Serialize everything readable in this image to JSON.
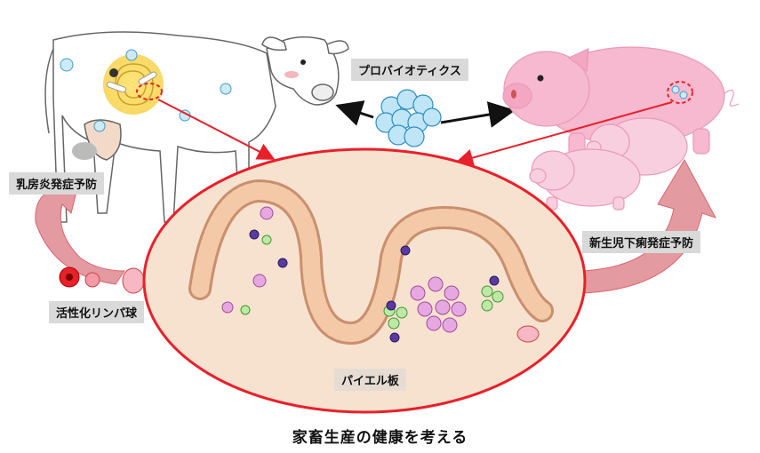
{
  "labels": {
    "probiotics": "プロバイオティクス",
    "mastitis": "乳房炎発症予防",
    "diarrhea": "新生児下痢発症予防",
    "lymphocytes": "活性化リンパ球",
    "peyers_patch": "パイエル板"
  },
  "caption": "家畜生産の健康を考える",
  "colors": {
    "arrow_red": "#e8202a",
    "cycle_arrow": "#d9666e",
    "pig_pink": "#f6b9cf",
    "gut_fill": "#f7e2cf",
    "probiotic_blue": "#6fc0e8"
  },
  "icons": [
    "cow",
    "pig",
    "piglet",
    "probiotic-cluster",
    "intestinal-villus",
    "lymphocyte",
    "mast-cell"
  ]
}
